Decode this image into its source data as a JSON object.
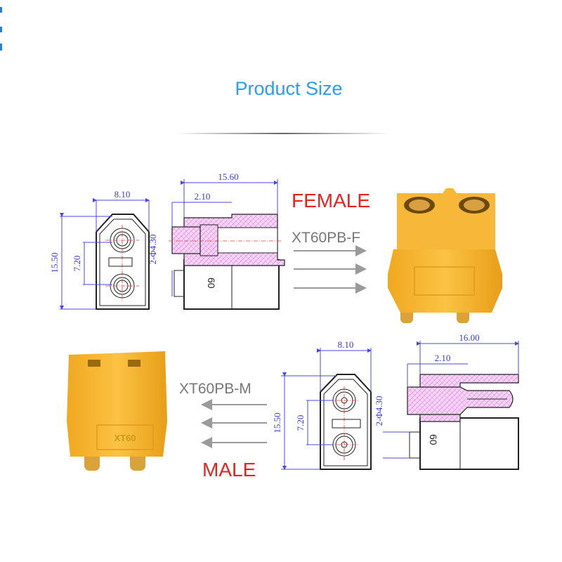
{
  "title": "Product Size",
  "colors": {
    "title": "#2a9df4",
    "label": "#e8231f",
    "dimension": "#3b3bd8",
    "section_hatch": "#e060e0",
    "connector_body": "#f5b52e"
  },
  "female": {
    "label": "FEMALE",
    "model": "XT60PB-F",
    "front_view": {
      "width": "8.10",
      "height": "15.50",
      "pin_pitch": "7.20",
      "pin_diameter": "2-Φ4.30"
    },
    "side_view": {
      "length": "15.60",
      "offset": "2.10",
      "body_marking": "60"
    },
    "arrow_direction": "right"
  },
  "male": {
    "label": "MALE",
    "model": "XT60PB-M",
    "front_view": {
      "width": "8.10",
      "height": "15.50",
      "pin_pitch": "7.20",
      "pin_diameter": "2-Φ4.30"
    },
    "side_view": {
      "length": "16.00",
      "offset": "2.10",
      "body_marking": "60"
    },
    "photo_marking": "XT60",
    "arrow_direction": "left"
  }
}
